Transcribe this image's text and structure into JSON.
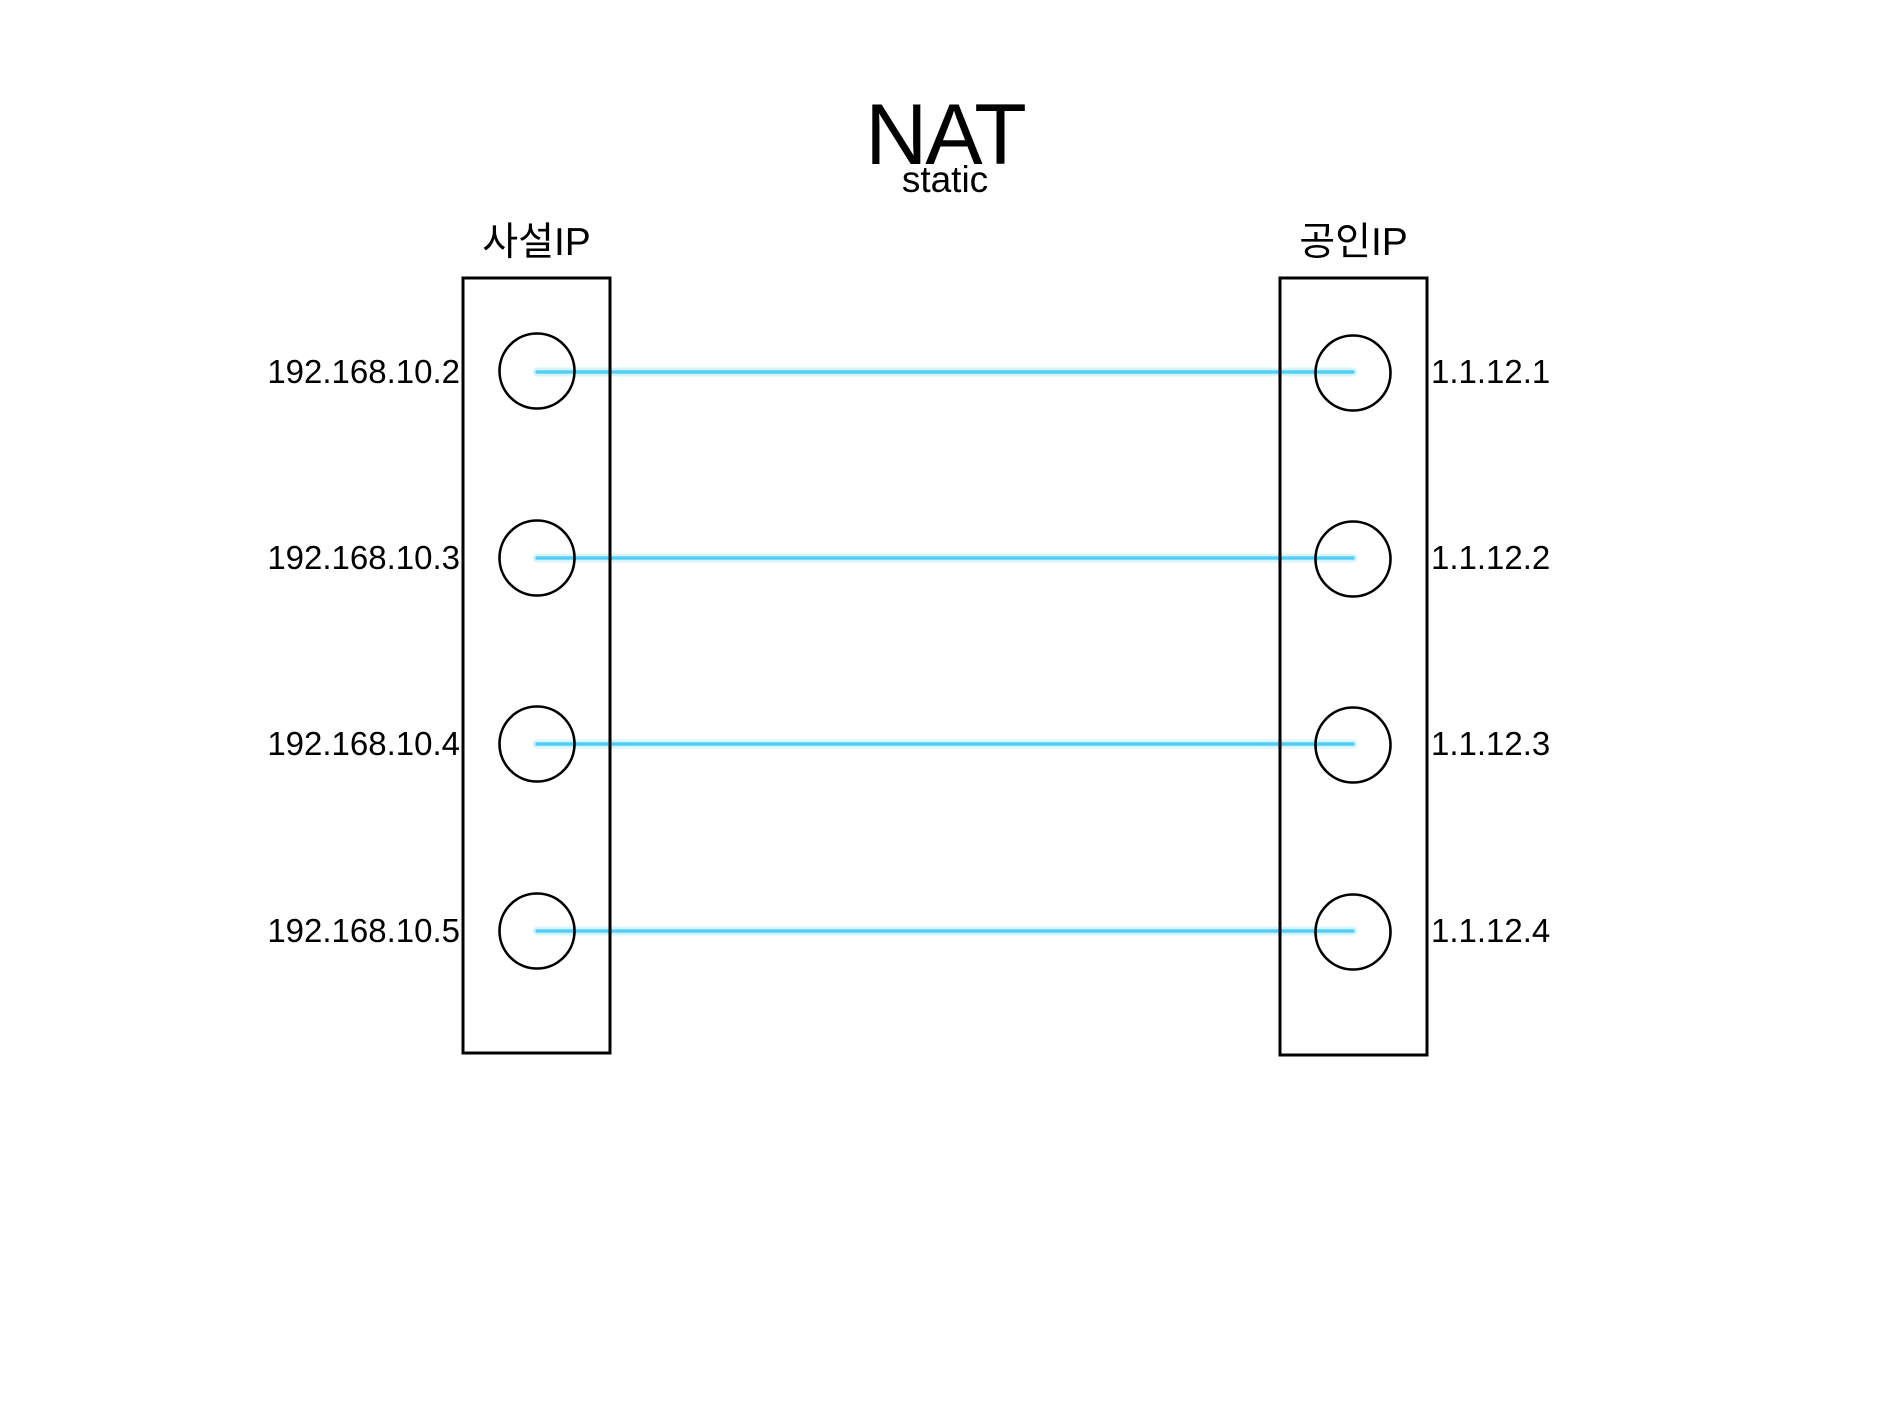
{
  "title": "NAT",
  "subtitle": "static",
  "columns": {
    "private": {
      "label": "사설IP"
    },
    "public": {
      "label": "공인IP"
    }
  },
  "mappings": [
    {
      "private_ip": "192.168.10.2",
      "public_ip": "1.1.12.1"
    },
    {
      "private_ip": "192.168.10.3",
      "public_ip": "1.1.12.2"
    },
    {
      "private_ip": "192.168.10.4",
      "public_ip": "1.1.12.3"
    },
    {
      "private_ip": "192.168.10.5",
      "public_ip": "1.1.12.4"
    }
  ],
  "colors": {
    "connection_line": "#54cff3",
    "connection_glow": "#b9edfc",
    "shape_stroke": "#000000",
    "background": "#ffffff",
    "text": "#000000"
  }
}
